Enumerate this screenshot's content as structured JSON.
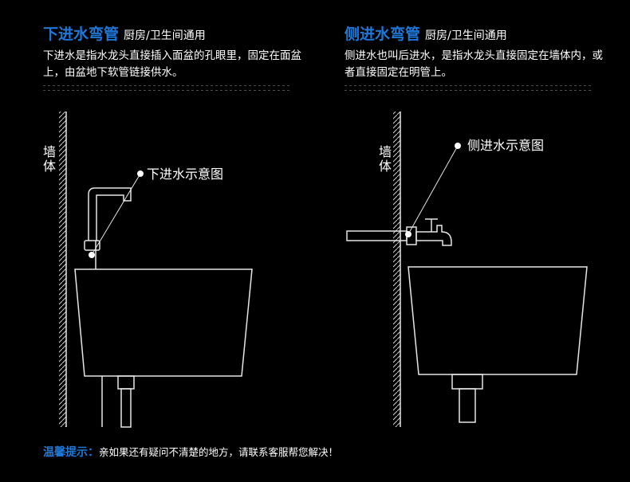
{
  "left": {
    "title": "下进水弯管",
    "subtitle": "厨房/卫生间通用",
    "desc": "下进水是指水龙头直接插入面盆的孔眼里，固定在面盆上，由盆地下软管链接供水。",
    "wall_label": "墙体",
    "callout": "下进水示意图"
  },
  "right": {
    "title": "侧进水弯管",
    "subtitle": "厨房/卫生间通用",
    "desc": "侧进水也叫后进水，是指水龙头直接固定在墙体内，或者直接固定在明管上。",
    "wall_label": "墙体",
    "callout": "侧进水示意图"
  },
  "tip": {
    "label": "温馨提示：",
    "text": "亲如果还有疑问不清楚的地方，请联系客服帮您解决！"
  }
}
